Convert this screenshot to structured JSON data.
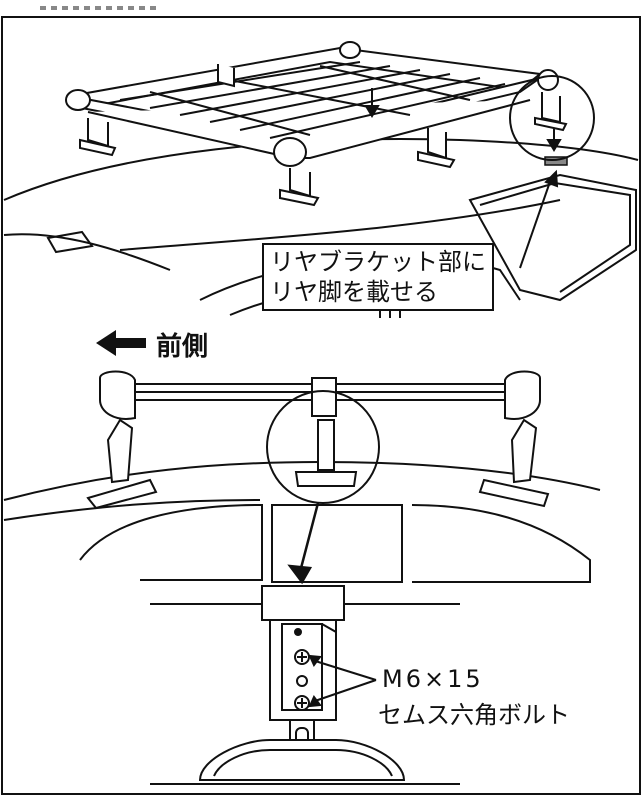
{
  "callouts": {
    "rear_bracket_line1": "リヤブラケット部に",
    "rear_bracket_line2": "リヤ脚を載せる"
  },
  "direction": {
    "front_label": "前側"
  },
  "bolt": {
    "size": "M6×15",
    "name": "セムス六角ボルト"
  }
}
